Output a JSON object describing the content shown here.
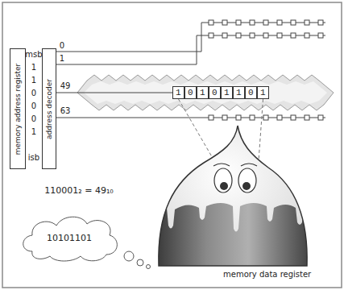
{
  "diagram": {
    "nodes": [
      {
        "text": [
          "memory address register"
        ]
      },
      {
        "text": [
          "address decoder"
        ]
      },
      {
        "text": [
          "1"
        ]
      },
      {
        "text": [
          "0"
        ]
      },
      {
        "text": [
          "1"
        ]
      },
      {
        "text": [
          "0"
        ]
      },
      {
        "text": [
          "1"
        ]
      },
      {
        "text": [
          "1"
        ]
      },
      {
        "text": [
          "0"
        ]
      },
      {
        "text": [
          "1"
        ]
      },
      {
        "text": [
          "10101101"
        ]
      },
      {
        "text": [
          "memory data register"
        ]
      }
    ],
    "edges": [
      {
        "from": 1,
        "to": 2,
        "arrow": "none"
      },
      {
        "from": 2,
        "to": 11,
        "arrow": "none"
      },
      {
        "from": 9,
        "to": 11,
        "arrow": "none"
      }
    ],
    "labels": [
      "msb",
      "1",
      "1",
      "0",
      "0",
      "0",
      "1",
      "isb",
      "0",
      "1",
      "49",
      "63",
      "110001₂ = 49₁₀"
    ]
  }
}
